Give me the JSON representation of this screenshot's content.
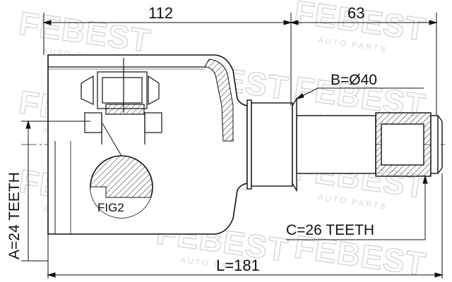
{
  "watermark": {
    "brand": "FEBEST",
    "sub": "AUTO PARTS"
  },
  "dimensions": {
    "length_112": "112",
    "length_63": "63",
    "diameter_b": "B=Ø40",
    "teeth_a": "A=24 TEETH",
    "teeth_c": "C=26 TEETH",
    "total_length": "L=181"
  },
  "labels": {
    "fig": "FIG2"
  }
}
